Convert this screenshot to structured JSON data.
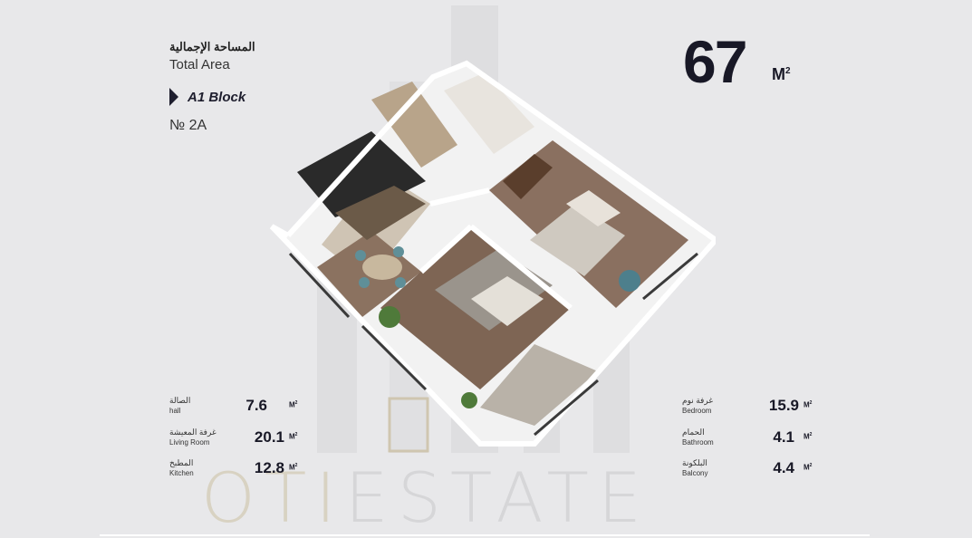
{
  "header": {
    "total_area_ar": "المساحة الإجمالية",
    "total_area_en": "Total Area",
    "block_label": "A1 Block",
    "unit_number": "№ 2A"
  },
  "total": {
    "value": "67",
    "unit": "M"
  },
  "rooms_left": [
    {
      "ar": "الصالة",
      "en": "hall",
      "value": "7.6",
      "unit": "M"
    },
    {
      "ar": "غرفة المعيشة",
      "en": "Living Room",
      "value": "20.1",
      "unit": "M"
    },
    {
      "ar": "المطبخ",
      "en": "Kitchen",
      "value": "12.8",
      "unit": "M"
    }
  ],
  "rooms_right": [
    {
      "ar": "غرفة نوم",
      "en": "Bedroom",
      "value": "15.9",
      "unit": "M"
    },
    {
      "ar": "الحمام",
      "en": "Bathroom",
      "value": "4.1",
      "unit": "M"
    },
    {
      "ar": "البلكونة",
      "en": "Balcony",
      "value": "4.4",
      "unit": "M"
    }
  ],
  "watermark": {
    "brand_oti": "OTI",
    "brand_estate": "ESTATE"
  },
  "colors": {
    "background": "#e8e8ea",
    "text_dark": "#181826",
    "floor_wood": "#8a6e58",
    "wall": "#f4f4f4",
    "watermark": "#d6d6d8"
  }
}
